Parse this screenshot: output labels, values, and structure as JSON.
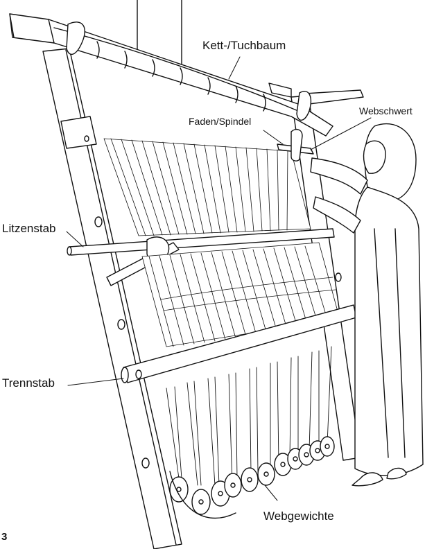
{
  "labels": {
    "kett_tuchbaum": "Kett-/Tuchbaum",
    "webschwert": "Webschwert",
    "faden_spindel": "Faden/Spindel",
    "litzenstab": "Litzenstab",
    "trennstab": "Trennstab",
    "webgewichte": "Webgewichte"
  },
  "page_number": "3",
  "colors": {
    "ink": "#111111",
    "paper": "#ffffff"
  }
}
